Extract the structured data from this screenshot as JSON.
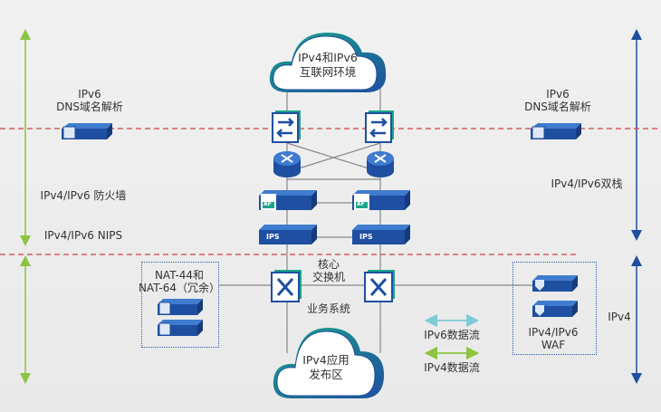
{
  "internet_cloud": {
    "line1": "IPv4和IPv6",
    "line2": "互联网环境"
  },
  "app_cloud": {
    "line1": "IPv4应用",
    "line2": "发布区"
  },
  "left_dns": {
    "line1": "IPv6",
    "line2": "DNS域名解析"
  },
  "right_dns": {
    "line1": "IPv6",
    "line2": "DNS域名解析"
  },
  "labels": {
    "firewall": "IPv4/IPv6 防火墙",
    "nips": "IPv4/IPv6 NIPS",
    "dual_stack": "IPv4/IPv6双栈",
    "ipv4": "IPv4",
    "core_line1": "核心",
    "core_line2": "交换机",
    "business": "业务系统",
    "nat_line1": "NAT-44和",
    "nat_line2": "NAT-64（冗余）",
    "waf_line1": "IPv4/IPv6",
    "waf_line2": "WAF",
    "af_badge": "AF",
    "ips_badge": "IPS"
  },
  "legend": [
    {
      "label": "IPv6数据流",
      "color": "#7ecbd6"
    },
    {
      "label": "IPv4数据流",
      "color": "#8cc43f"
    }
  ],
  "colors": {
    "ipv4_arrow": "#8cc43f",
    "dual_arrow": "#1e4fa0",
    "boundary": "#d0404a",
    "device": "#1e4fa0",
    "accent": "#1aa68a"
  }
}
